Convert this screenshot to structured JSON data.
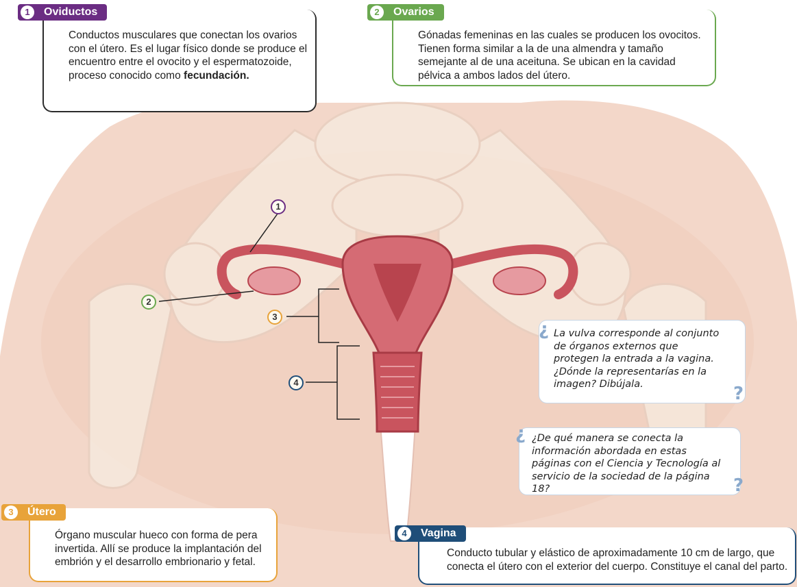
{
  "labels": [
    {
      "number": "1",
      "title": "Oviductos",
      "color": "#6b2d83",
      "text": "Conductos musculares que conectan los ovarios con el útero. Es el lugar físico donde se produce el encuentro entre el ovocito y el espermatozoide, proceso conocido como",
      "emphasis": "fecundación."
    },
    {
      "number": "2",
      "title": "Ovarios",
      "color": "#6aa84f",
      "text": "Gónadas femeninas en las cuales se producen los ovocitos. Tienen forma similar a la de una almendra y tamaño semejante al de una aceituna. Se ubican en la cavidad pélvica a ambos lados del útero."
    },
    {
      "number": "3",
      "title": "Útero",
      "color": "#e8a33a",
      "text": "Órgano muscular hueco con forma de pera invertida. Allí se produce la implantación del embrión y el desarrollo embrionario y fetal."
    },
    {
      "number": "4",
      "title": "Vagina",
      "color": "#1f4e79",
      "text": "Conducto tubular y elástico de aproximadamente 10 cm de largo, que conecta el útero con el exterior del cuerpo. Constituye el canal del parto."
    }
  ],
  "questions": [
    {
      "open_mark": "¿",
      "text": "La vulva corresponde al conjunto de órganos externos que protegen la entrada a la vagina. ¿Dónde la representarías en la imagen? Dibújala.",
      "close_mark": "?"
    },
    {
      "open_mark": "¿",
      "text": "¿De qué manera se conecta la información abordada en estas páginas con el Ciencia y Tecnología al servicio de la sociedad de la página 18?",
      "close_mark": "?"
    }
  ],
  "colors": {
    "skin": "#f3d7c9",
    "bone": "#f6e9dd",
    "tissue": "#c9545e",
    "tissue_light": "#e69aa0"
  }
}
